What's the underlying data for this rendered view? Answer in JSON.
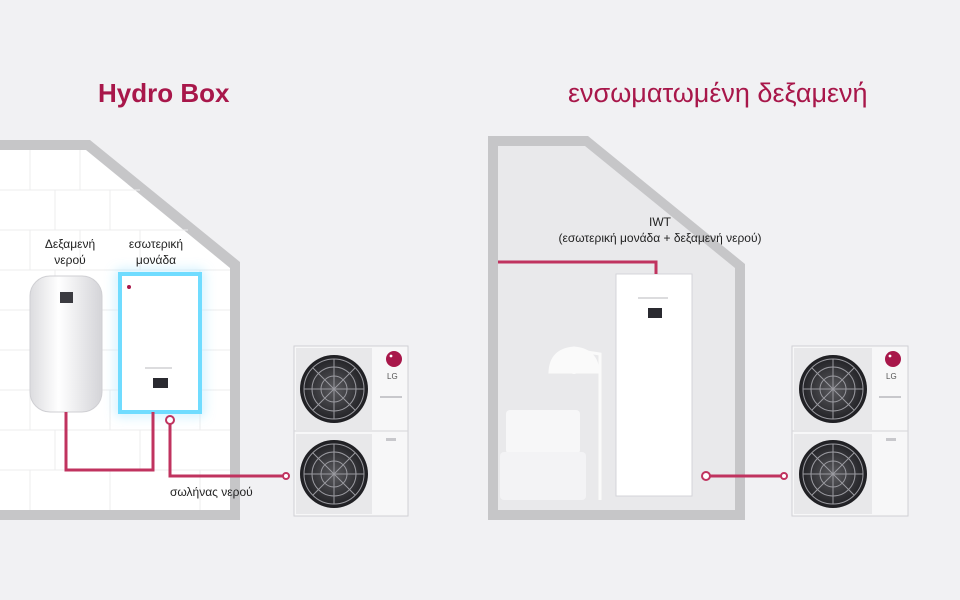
{
  "titles": {
    "left": "Hydro Box",
    "right": "ενσωματωμένη δεξαμενή"
  },
  "labels": {
    "water_tank": [
      "Δεξαμενή",
      "νερού"
    ],
    "indoor_unit": [
      "εσωτερική",
      "μονάδα"
    ],
    "water_pipe": "σωλήνας νερού",
    "iwt": [
      "IWT",
      "(εσωτερική μονάδα + δεξαμενή νερού)"
    ]
  },
  "brand": "LG",
  "colors": {
    "accent": "#a8174a",
    "pipe": "#c0335f",
    "glow": "#6fdcff",
    "background": "#f1f1f3",
    "house_outline": "#bdbdbf"
  }
}
